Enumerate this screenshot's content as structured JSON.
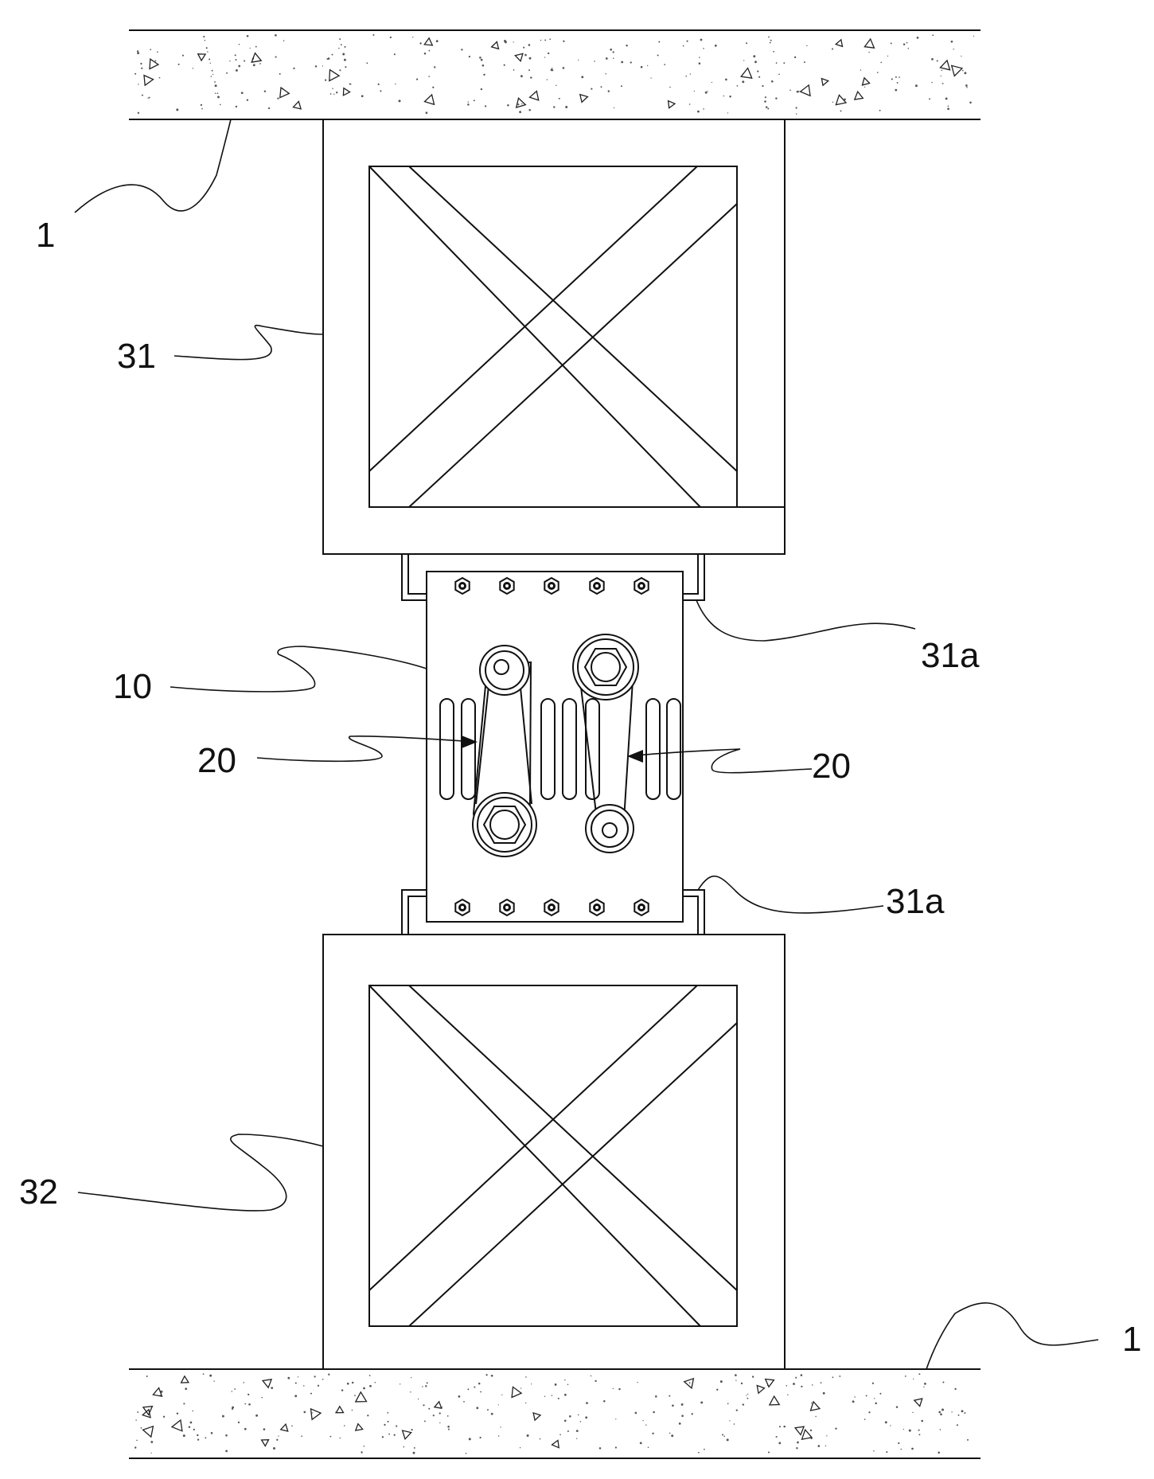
{
  "labels": {
    "slab_top": "1",
    "slab_bottom": "1",
    "upper_frame": "31",
    "lower_frame": "32",
    "bracket_top": "31a",
    "bracket_bottom": "31a",
    "damper_plate": "10",
    "link_left": "20",
    "link_right": "20"
  },
  "colors": {
    "line": "#111111",
    "background": "#ffffff",
    "speckle": "#555555"
  }
}
